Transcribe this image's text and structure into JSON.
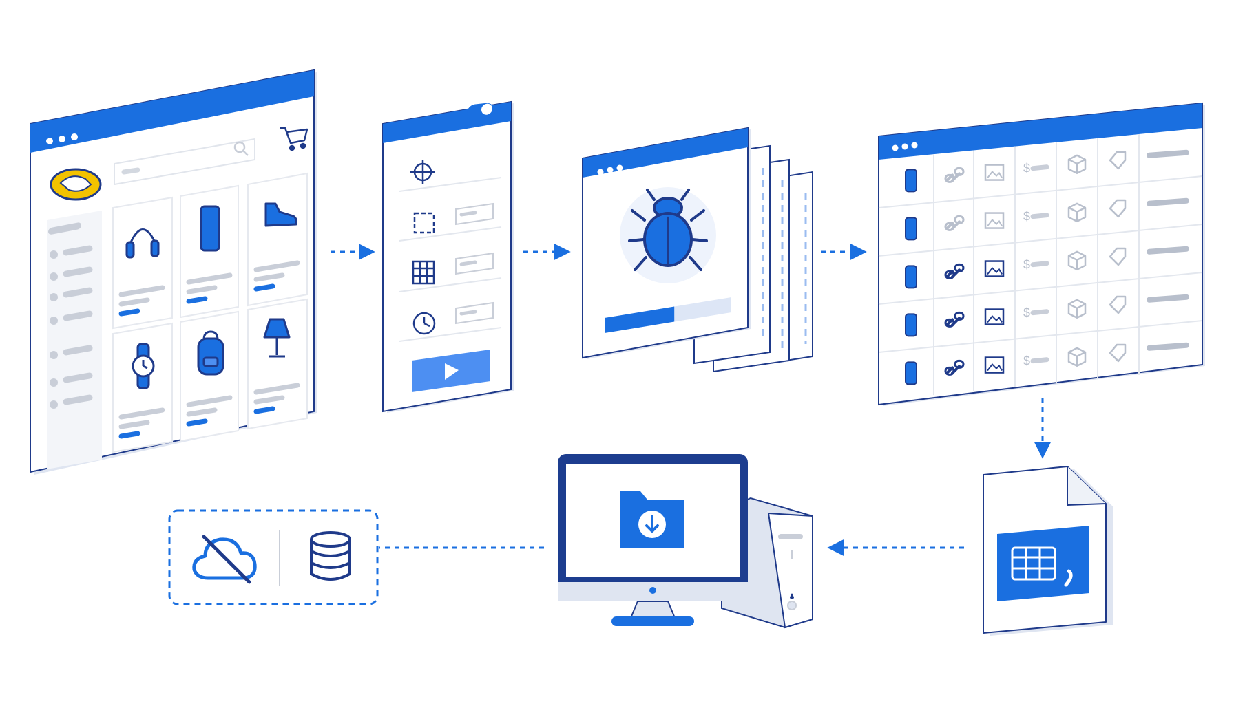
{
  "colors": {
    "primary": "#1a6fe0",
    "primary_light": "#4d8ff2",
    "outline": "#1f3a8a",
    "frame_dark": "#1d3d8f",
    "skeleton": "#c9ced8",
    "panel_bg": "#ffffff",
    "sidebar_bg": "#f3f5f9",
    "side_face": "#dfe5f1"
  },
  "diagram": {
    "flow": [
      "product-catalog-browser",
      "scraper-config-panel",
      "crawler-progress-window",
      "extracted-data-table",
      "csv-file",
      "local-computer",
      "offline-storage"
    ],
    "product_icons": [
      "headphones-icon",
      "phone-icon",
      "sneaker-icon",
      "watch-icon",
      "backpack-icon",
      "lamp-icon"
    ],
    "config_icons": [
      "crosshair-icon",
      "selection-box-icon",
      "table-icon",
      "clock-icon",
      "play-icon"
    ],
    "table_columns": [
      "product",
      "link",
      "image",
      "price",
      "package",
      "tag",
      "text"
    ],
    "storage_icons": [
      "cloud-off-icon",
      "database-icon"
    ],
    "crawler_progress": 0.55,
    "toggle_on": true
  }
}
